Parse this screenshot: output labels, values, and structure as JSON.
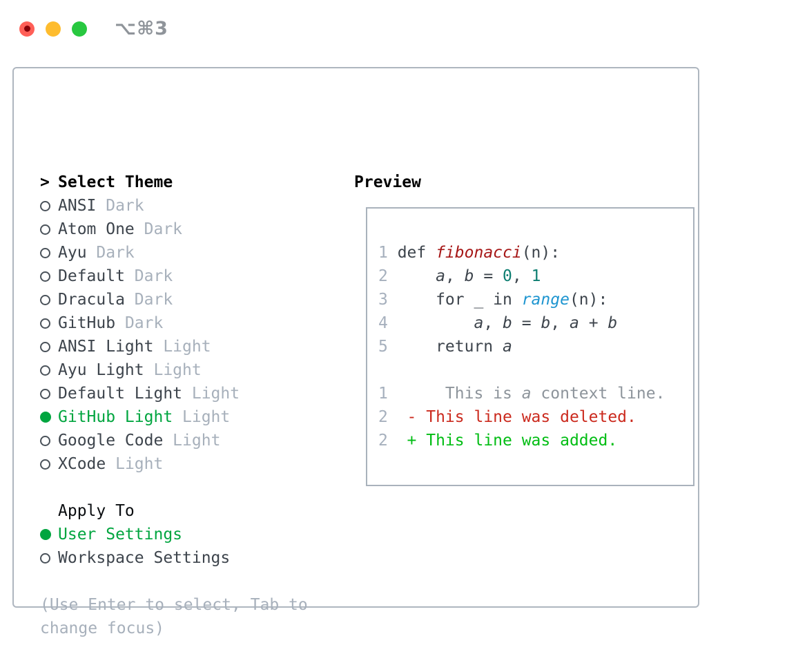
{
  "window": {
    "title": "⌥⌘3",
    "traffic_lights": [
      {
        "name": "close",
        "color": "#ff5f57",
        "has_dot": true
      },
      {
        "name": "minimize",
        "color": "#febc2e",
        "has_dot": false
      },
      {
        "name": "zoom",
        "color": "#28c840",
        "has_dot": false
      }
    ]
  },
  "colors": {
    "selected_green": "#00a53f",
    "added_green": "#00bd13",
    "deleted_red": "#cb2a1e",
    "function_red": "#a61717",
    "number_teal": "#0d7e71",
    "builtin_blue": "#1e95d0",
    "muted_gray": "#a7b0bb",
    "text_dark": "#3d444c",
    "panel_border": "#aeb6bf"
  },
  "theme_panel": {
    "header": {
      "cursor": ">",
      "label": "Select Theme"
    },
    "themes": [
      {
        "name": "ANSI",
        "variant": "Dark",
        "selected": false
      },
      {
        "name": "Atom One",
        "variant": "Dark",
        "selected": false
      },
      {
        "name": "Ayu",
        "variant": "Dark",
        "selected": false
      },
      {
        "name": "Default",
        "variant": "Dark",
        "selected": false
      },
      {
        "name": "Dracula",
        "variant": "Dark",
        "selected": false
      },
      {
        "name": "GitHub",
        "variant": "Dark",
        "selected": false
      },
      {
        "name": "ANSI Light",
        "variant": "Light",
        "selected": false
      },
      {
        "name": "Ayu Light",
        "variant": "Light",
        "selected": false
      },
      {
        "name": "Default Light",
        "variant": "Light",
        "selected": false
      },
      {
        "name": "GitHub Light",
        "variant": "Light",
        "selected": true
      },
      {
        "name": "Google Code",
        "variant": "Light",
        "selected": false
      },
      {
        "name": "XCode",
        "variant": "Light",
        "selected": false
      }
    ],
    "apply_to": {
      "label": "Apply To",
      "options": [
        {
          "name": "User Settings",
          "selected": true
        },
        {
          "name": "Workspace Settings",
          "selected": false
        }
      ]
    },
    "hint_lines": [
      "(Use Enter to select, Tab to",
      "change focus)"
    ]
  },
  "preview": {
    "label": "Preview",
    "code_lines": [
      {
        "num": "1",
        "tokens": [
          {
            "t": "def ",
            "s": "p"
          },
          {
            "t": "fibonacci",
            "s": "fn"
          },
          {
            "t": "(n):",
            "s": "p"
          }
        ]
      },
      {
        "num": "2",
        "tokens": [
          {
            "t": "    ",
            "s": "p"
          },
          {
            "t": "a",
            "s": "v"
          },
          {
            "t": ", ",
            "s": "p"
          },
          {
            "t": "b",
            "s": "v"
          },
          {
            "t": " = ",
            "s": "p"
          },
          {
            "t": "0",
            "s": "nm"
          },
          {
            "t": ", ",
            "s": "p"
          },
          {
            "t": "1",
            "s": "nm"
          }
        ]
      },
      {
        "num": "3",
        "tokens": [
          {
            "t": "    for _ in ",
            "s": "p"
          },
          {
            "t": "range",
            "s": "bi"
          },
          {
            "t": "(n):",
            "s": "p"
          }
        ]
      },
      {
        "num": "4",
        "tokens": [
          {
            "t": "        ",
            "s": "p"
          },
          {
            "t": "a",
            "s": "v"
          },
          {
            "t": ", ",
            "s": "p"
          },
          {
            "t": "b",
            "s": "v"
          },
          {
            "t": " = ",
            "s": "p"
          },
          {
            "t": "b",
            "s": "v"
          },
          {
            "t": ", ",
            "s": "p"
          },
          {
            "t": "a",
            "s": "v"
          },
          {
            "t": " + ",
            "s": "p"
          },
          {
            "t": "b",
            "s": "v"
          }
        ]
      },
      {
        "num": "5",
        "tokens": [
          {
            "t": "    return ",
            "s": "p"
          },
          {
            "t": "a",
            "s": "v"
          }
        ]
      },
      {
        "num": "",
        "tokens": []
      },
      {
        "num": "1",
        "tokens": [
          {
            "t": "     This is ",
            "s": "ctx"
          },
          {
            "t": "a",
            "s": "cv"
          },
          {
            "t": " context line.",
            "s": "ctx"
          }
        ]
      },
      {
        "num": "2",
        "tokens": [
          {
            "t": " ",
            "s": "p"
          },
          {
            "t": "- This line was deleted.",
            "s": "del"
          }
        ]
      },
      {
        "num": "2",
        "tokens": [
          {
            "t": " ",
            "s": "p"
          },
          {
            "t": "+ This line was added.",
            "s": "add"
          }
        ]
      }
    ]
  }
}
